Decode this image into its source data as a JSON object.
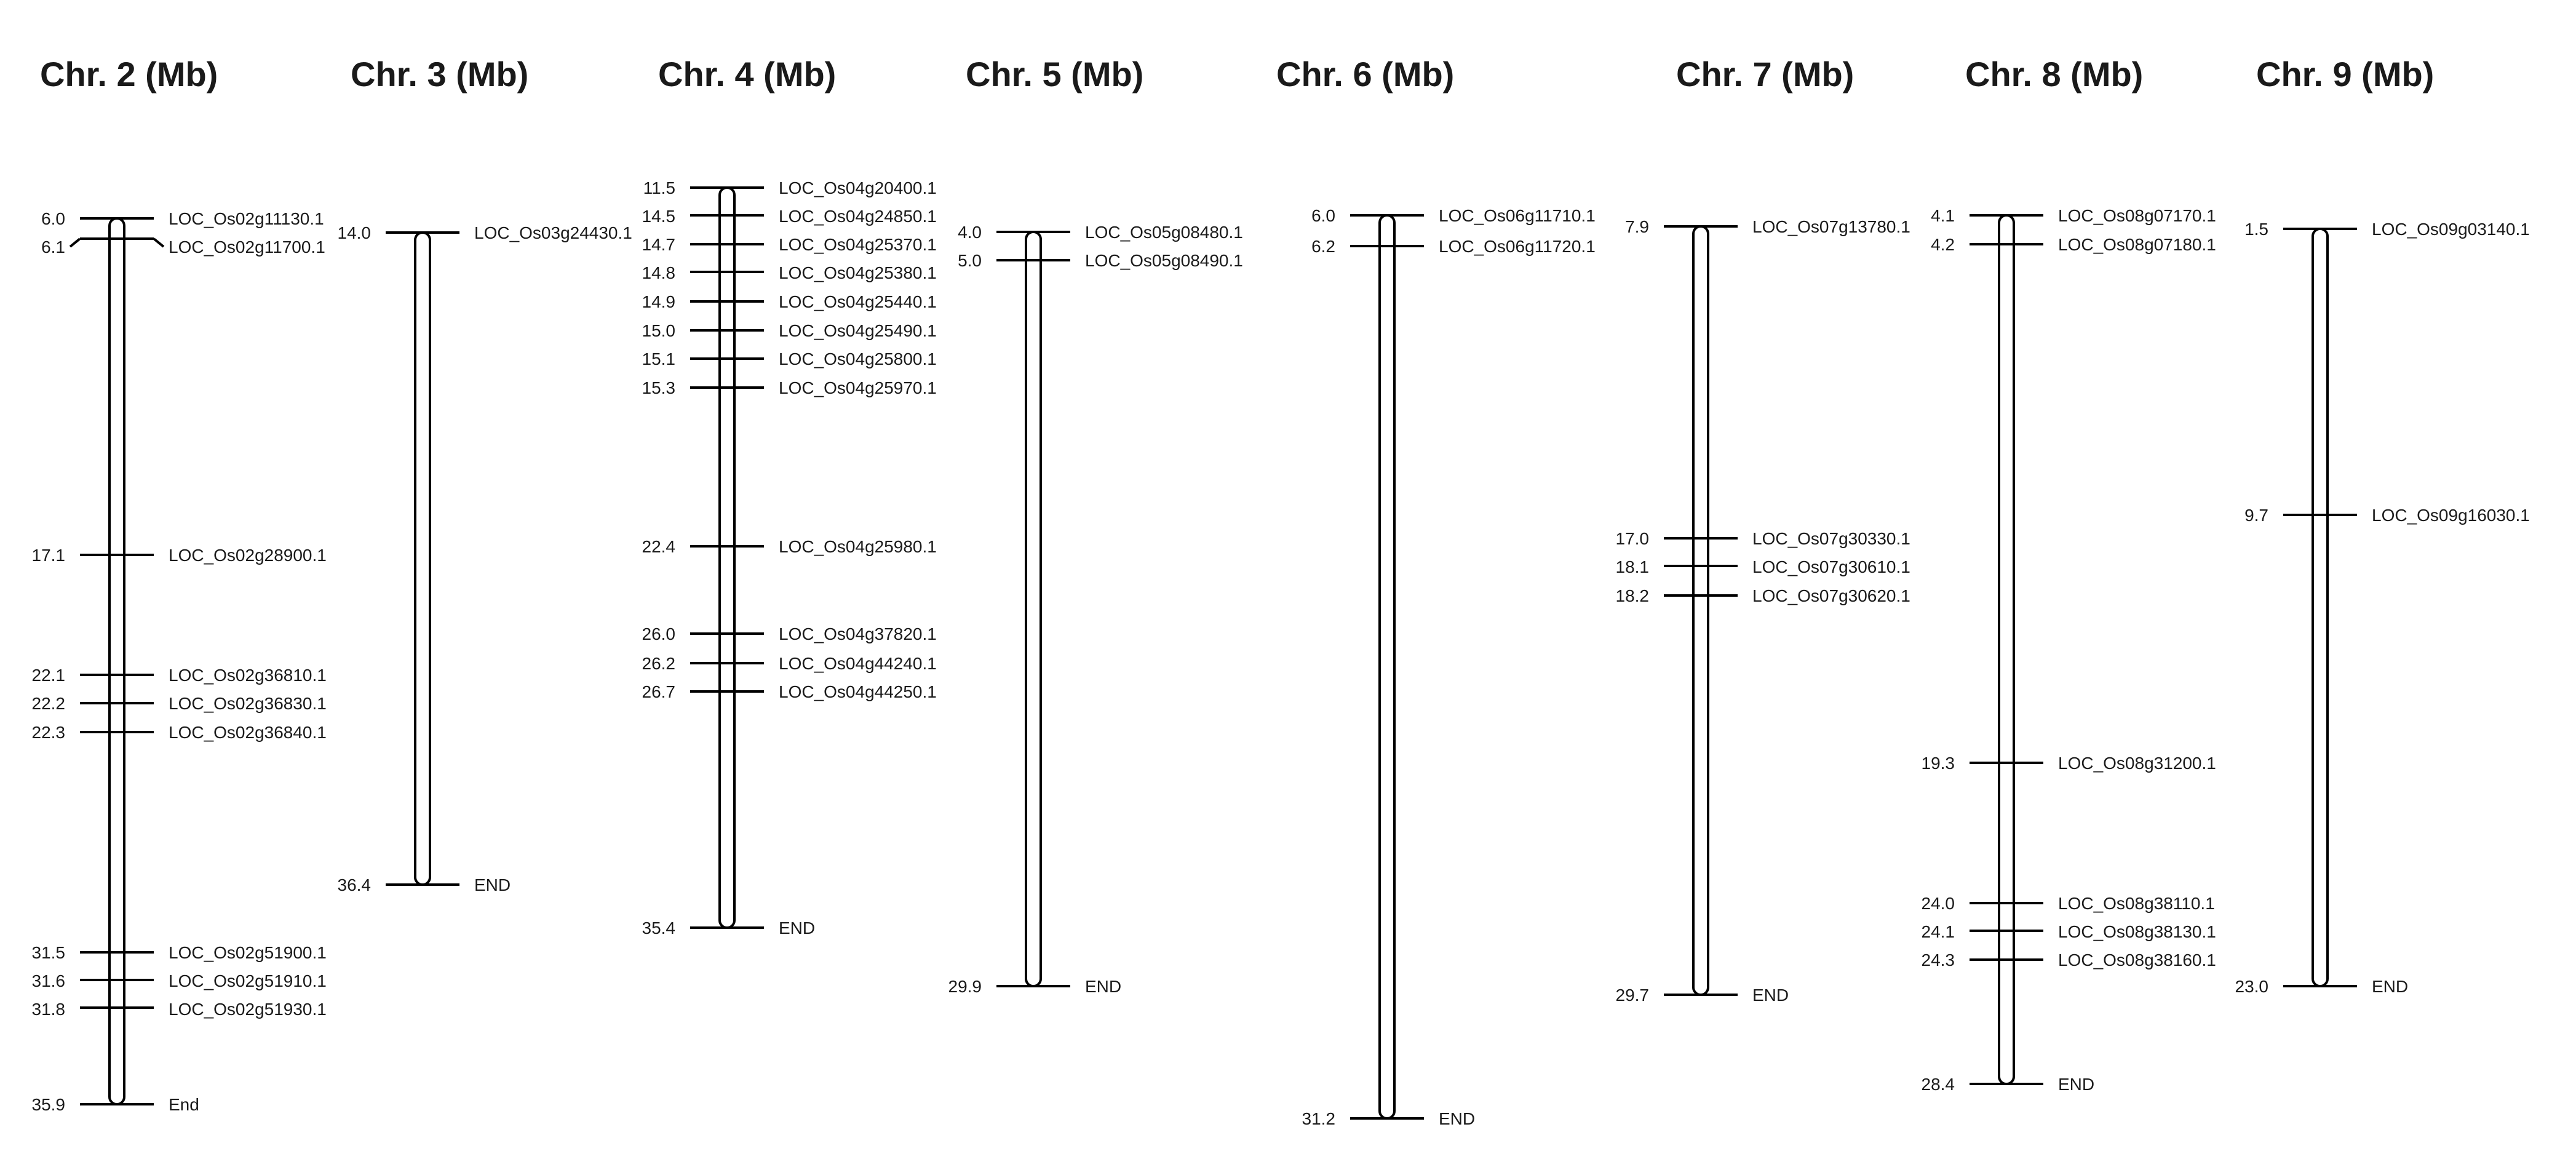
{
  "chromosomes": [
    {
      "title": "Chr. 2 (Mb)",
      "markers": [
        {
          "pos": "6.0",
          "label": "LOC_Os02g11130.1"
        },
        {
          "pos": "6.1",
          "label": "LOC_Os02g11700.1"
        },
        {
          "pos": "17.1",
          "label": "LOC_Os02g28900.1"
        },
        {
          "pos": "22.1",
          "label": "LOC_Os02g36810.1"
        },
        {
          "pos": "22.2",
          "label": "LOC_Os02g36830.1"
        },
        {
          "pos": "22.3",
          "label": "LOC_Os02g36840.1"
        },
        {
          "pos": "31.5",
          "label": "LOC_Os02g51900.1"
        },
        {
          "pos": "31.6",
          "label": "LOC_Os02g51910.1"
        },
        {
          "pos": "31.8",
          "label": "LOC_Os02g51930.1"
        },
        {
          "pos": "35.9",
          "label": "End"
        }
      ]
    },
    {
      "title": "Chr. 3 (Mb)",
      "markers": [
        {
          "pos": "14.0",
          "label": "LOC_Os03g24430.1"
        },
        {
          "pos": "36.4",
          "label": "END"
        }
      ]
    },
    {
      "title": "Chr. 4 (Mb)",
      "markers": [
        {
          "pos": "11.5",
          "label": "LOC_Os04g20400.1"
        },
        {
          "pos": "14.5",
          "label": "LOC_Os04g24850.1"
        },
        {
          "pos": "14.7",
          "label": "LOC_Os04g25370.1"
        },
        {
          "pos": "14.8",
          "label": "LOC_Os04g25380.1"
        },
        {
          "pos": "14.9",
          "label": "LOC_Os04g25440.1"
        },
        {
          "pos": "15.0",
          "label": "LOC_Os04g25490.1"
        },
        {
          "pos": "15.1",
          "label": "LOC_Os04g25800.1"
        },
        {
          "pos": "15.3",
          "label": "LOC_Os04g25970.1"
        },
        {
          "pos": "22.4",
          "label": "LOC_Os04g25980.1"
        },
        {
          "pos": "26.0",
          "label": "LOC_Os04g37820.1"
        },
        {
          "pos": "26.2",
          "label": "LOC_Os04g44240.1"
        },
        {
          "pos": "26.7",
          "label": "LOC_Os04g44250.1"
        },
        {
          "pos": "35.4",
          "label": "END"
        }
      ]
    },
    {
      "title": "Chr. 5 (Mb)",
      "markers": [
        {
          "pos": "4.0",
          "label": "LOC_Os05g08480.1"
        },
        {
          "pos": "5.0",
          "label": "LOC_Os05g08490.1"
        },
        {
          "pos": "29.9",
          "label": "END"
        }
      ]
    },
    {
      "title": "Chr. 6 (Mb)",
      "markers": [
        {
          "pos": "6.0",
          "label": "LOC_Os06g11710.1"
        },
        {
          "pos": "6.2",
          "label": "LOC_Os06g11720.1"
        },
        {
          "pos": "31.2",
          "label": "END"
        }
      ]
    },
    {
      "title": "Chr. 7 (Mb)",
      "markers": [
        {
          "pos": "7.9",
          "label": "LOC_Os07g13780.1"
        },
        {
          "pos": "17.0",
          "label": "LOC_Os07g30330.1"
        },
        {
          "pos": "18.1",
          "label": "LOC_Os07g30610.1"
        },
        {
          "pos": "18.2",
          "label": "LOC_Os07g30620.1"
        },
        {
          "pos": "29.7",
          "label": "END"
        }
      ]
    },
    {
      "title": "Chr. 8 (Mb)",
      "markers": [
        {
          "pos": "4.1",
          "label": "LOC_Os08g07170.1"
        },
        {
          "pos": "4.2",
          "label": "LOC_Os08g07180.1"
        },
        {
          "pos": "19.3",
          "label": "LOC_Os08g31200.1"
        },
        {
          "pos": "24.0",
          "label": "LOC_Os08g38110.1"
        },
        {
          "pos": "24.1",
          "label": "LOC_Os08g38130.1"
        },
        {
          "pos": "24.3",
          "label": "LOC_Os08g38160.1"
        },
        {
          "pos": "28.4",
          "label": "END"
        }
      ]
    },
    {
      "title": "Chr. 9 (Mb)",
      "markers": [
        {
          "pos": "1.5",
          "label": "LOC_Os09g03140.1"
        },
        {
          "pos": "9.7",
          "label": "LOC_Os09g16030.1"
        },
        {
          "pos": "23.0",
          "label": "END"
        }
      ]
    }
  ]
}
